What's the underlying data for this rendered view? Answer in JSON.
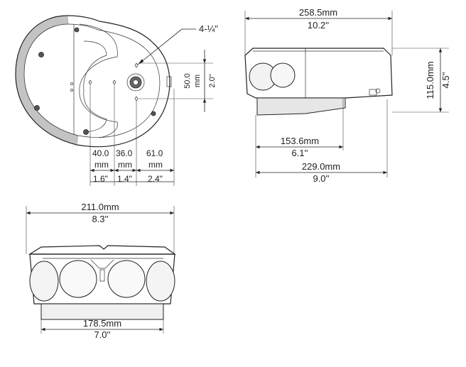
{
  "top_view": {
    "hole_callout": "4-¼\"",
    "height_mm_value": "50.0",
    "height_mm_unit": "mm",
    "height_in": "2.0\"",
    "spacing": [
      {
        "mm_value": "40.0",
        "mm_unit": "mm",
        "in": "1.6\""
      },
      {
        "mm_value": "36.0",
        "mm_unit": "mm",
        "in": "1.4\""
      },
      {
        "mm_value": "61.0",
        "mm_unit": "mm",
        "in": "2.4\""
      }
    ]
  },
  "side_view": {
    "width_mm": "258.5mm",
    "width_in": "10.2''",
    "height_mm": "115.0mm",
    "height_in": "4.5''",
    "offset_mm": "153.6mm",
    "offset_in": "6.1''",
    "depth_mm": "229.0mm",
    "depth_in": "9.0''"
  },
  "front_view": {
    "top_mm": "211.0mm",
    "top_in": "8.3''",
    "bottom_mm": "178.5mm",
    "bottom_in": "7.0''"
  }
}
